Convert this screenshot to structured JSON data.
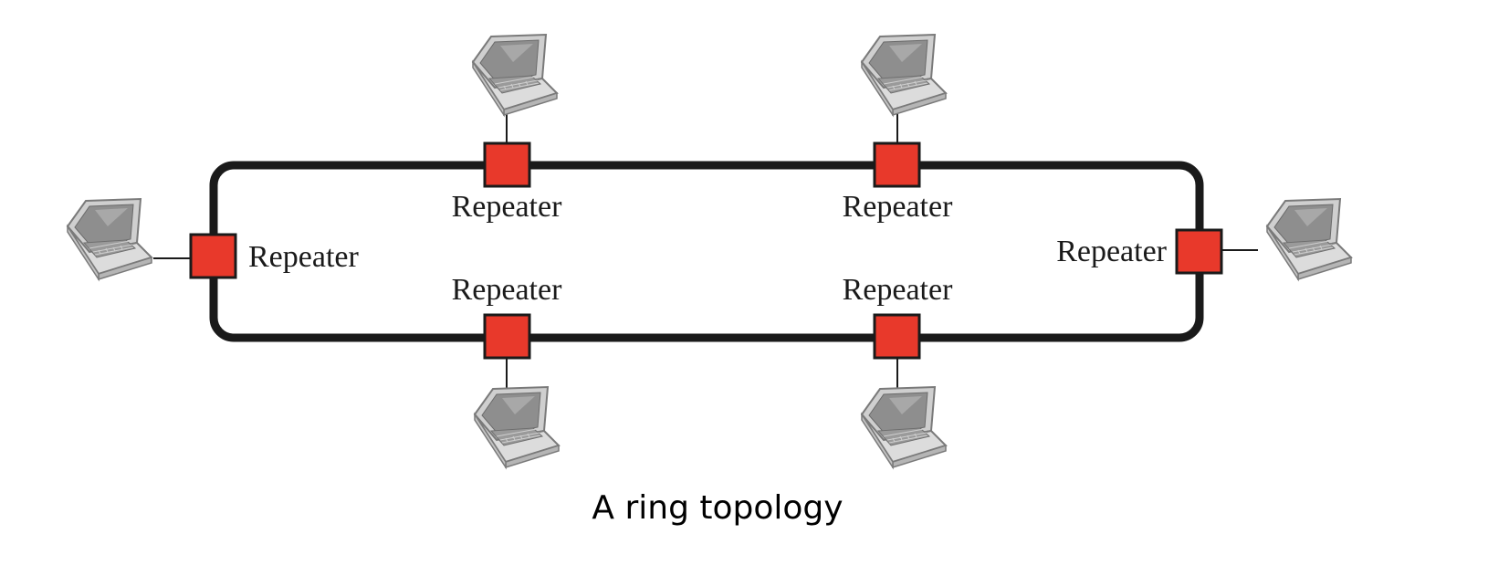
{
  "diagram": {
    "caption": "A ring topology",
    "repeater_label": "Repeater",
    "accent_color": "#e8392b",
    "nodes": [
      {
        "id": "top-left",
        "label": "Repeater",
        "icon": "laptop-icon"
      },
      {
        "id": "top-right",
        "label": "Repeater",
        "icon": "laptop-icon"
      },
      {
        "id": "left",
        "label": "Repeater",
        "icon": "laptop-icon"
      },
      {
        "id": "right",
        "label": "Repeater",
        "icon": "laptop-icon"
      },
      {
        "id": "bottom-left",
        "label": "Repeater",
        "icon": "laptop-icon"
      },
      {
        "id": "bottom-right",
        "label": "Repeater",
        "icon": "laptop-icon"
      }
    ]
  }
}
